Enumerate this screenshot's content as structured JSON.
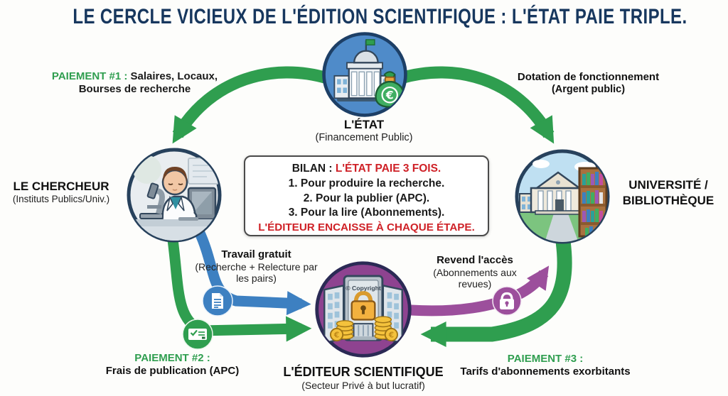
{
  "title": "LE CERCLE VICIEUX DE L'ÉDITION SCIENTIFIQUE : L'ÉTAT PAIE TRIPLE.",
  "colors": {
    "green": "#2f9e4f",
    "blue": "#3d80c1",
    "purple": "#9c4f9c",
    "navy": "#17375e",
    "red": "#cf2127"
  },
  "nodes": {
    "etat": {
      "label": "L'ÉTAT",
      "sublabel": "(Financement Public)"
    },
    "chercheur": {
      "label": "LE CHERCHEUR",
      "sublabel": "(Instituts Publics/Univ.)"
    },
    "universite": {
      "label": "UNIVERSITÉ /",
      "label2": "BIBLIOTHÈQUE"
    },
    "editeur": {
      "label": "L'ÉDITEUR SCIENTIFIQUE",
      "sublabel": "(Secteur Privé à but lucratif)",
      "vault_text": "© Copyright"
    }
  },
  "flows": {
    "paiement1": {
      "prefix": "PAIEMENT #1 :",
      "text": " Salaires, Locaux, Bourses de recherche"
    },
    "dotation": {
      "line1": "Dotation de fonctionnement",
      "line2": "(Argent public)"
    },
    "travail": {
      "line1": "Travail gratuit",
      "line2": "(Recherche + Relecture par les pairs)"
    },
    "revend": {
      "line1": "Revend l'accès",
      "line2": "(Abonnements aux revues)"
    },
    "paiement2": {
      "prefix": "PAIEMENT #2 :",
      "text": "Frais de publication (APC)"
    },
    "paiement3": {
      "prefix": "PAIEMENT #3 :",
      "text": "Tarifs d'abonnements exorbitants"
    }
  },
  "bilan": {
    "lead": "BILAN : ",
    "lead_red": "L'ÉTAT PAIE 3 FOIS.",
    "items": [
      "1. Pour produire la recherche.",
      "2. Pour la publier (APC).",
      "3. Pour la lire (Abonnements)."
    ],
    "outro": "L'ÉDITEUR ENCAISSE À CHAQUE ÉTAPE."
  },
  "icons": {
    "euro": "€",
    "government-building-icon": "classical building with green flag and euro money bag",
    "researcher-icon": "scientist in lab coat at desk with microscope and computer",
    "university-icon": "university building with colorful bookshelf",
    "vault-icon": "bank vault with copyright plate and gold padlock over coin stacks",
    "document-icon": "peer-review paper",
    "cheque-icon": "payment cheque with checkmark",
    "lock-icon": "subscription padlock"
  }
}
